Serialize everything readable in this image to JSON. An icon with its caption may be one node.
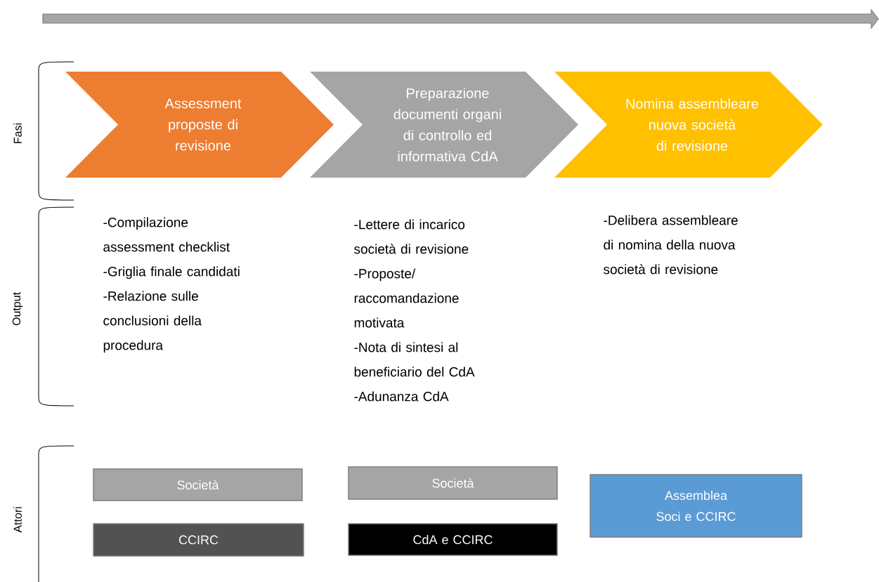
{
  "diagram": {
    "nodes": [
      {
        "text": [
          "Assessment proposte di revisione"
        ]
      },
      {
        "text": [
          "Preparazione documenti organi di controllo ed informativa CdA"
        ]
      },
      {
        "text": [
          "Nomina assembleare nuova società di revisione"
        ]
      },
      {
        "text": [
          "Società"
        ]
      },
      {
        "text": [
          "CCIRC"
        ]
      },
      {
        "text": [
          "Società"
        ]
      },
      {
        "text": [
          "CdA e CCIRC"
        ]
      },
      {
        "text": [
          "Assemblea Soci e CCIRC"
        ]
      }
    ],
    "edges": [],
    "labels": [
      "Fasi",
      "Output",
      "-Compilazione assessment checklist",
      "-Griglia finale candidati",
      "-Relazione sulle conclusioni della procedura",
      "-Lettere di incarico società di revisione",
      "-Proposte/ raccomandazione motivata",
      "-Nota di sintesi al beneficiario del CdA",
      "-Adunanza CdA",
      "-Delibera assembleare di nomina della nuova società di revisione",
      "Attori"
    ]
  }
}
